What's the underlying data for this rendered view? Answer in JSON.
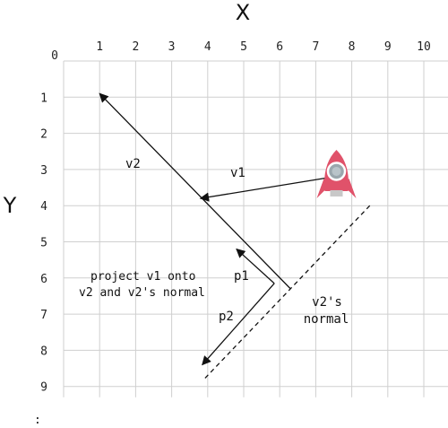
{
  "axes": {
    "x_title": "X",
    "y_title": "Y",
    "origin_label": "0",
    "x_ticks": [
      "1",
      "2",
      "3",
      "4",
      "5",
      "6",
      "7",
      "8",
      "9",
      "10"
    ],
    "y_ticks": [
      "1",
      "2",
      "3",
      "4",
      "5",
      "6",
      "7",
      "8",
      "9"
    ]
  },
  "labels": {
    "v1": "v1",
    "v2": "v2",
    "p1": "p1",
    "p2": "p2",
    "project_line1": "project v1 onto",
    "project_line2": "v2 and v2's normal",
    "normal_line1": "v2's",
    "normal_line2": "normal",
    "footnote": ":"
  },
  "colors": {
    "rocket_body": "#e0526a",
    "rocket_window": "#9aa7ad",
    "grid": "#cfcfcf",
    "ink": "#111111"
  },
  "points": {
    "v1_start": [
      7.5,
      3.2
    ],
    "v1_end": [
      3.8,
      3.8
    ],
    "v2_start": [
      6.3,
      6.3
    ],
    "v2_end": [
      1.0,
      0.9
    ],
    "p1_start": [
      5.85,
      6.15
    ],
    "p1_end": [
      4.8,
      5.2
    ],
    "p2_start": [
      5.85,
      6.15
    ],
    "p2_end": [
      3.85,
      8.4
    ],
    "normal_start": [
      8.5,
      4.0
    ],
    "normal_end": [
      3.9,
      8.8
    ],
    "rocket": [
      7.5,
      3.2
    ]
  }
}
